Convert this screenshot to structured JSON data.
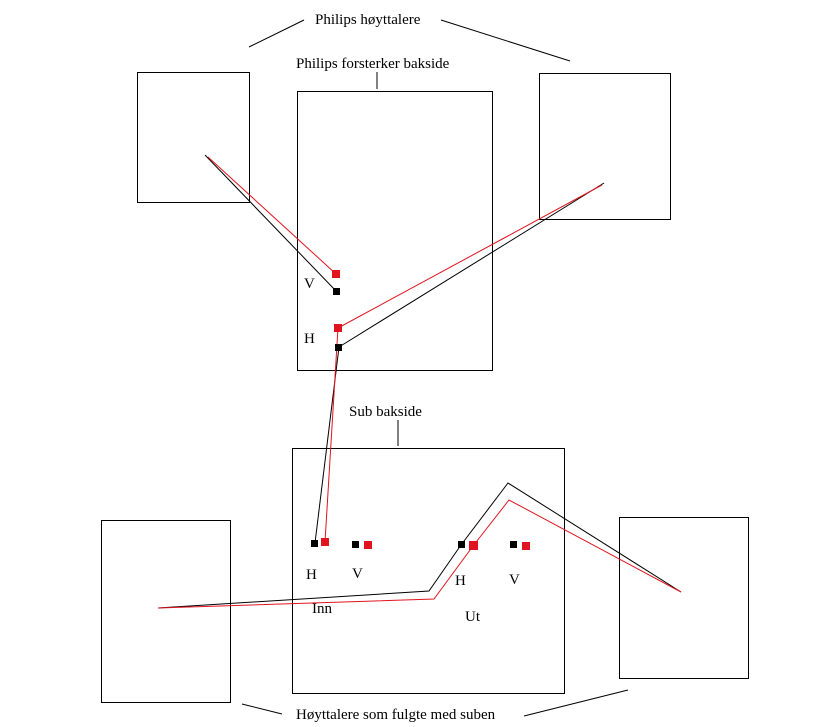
{
  "labels": {
    "philips_speakers": "Philips høyttalere",
    "philips_amp_back": "Philips forsterker bakside",
    "amp_v": "V",
    "amp_h": "H",
    "sub_back": "Sub bakside",
    "sub_in_h": "H",
    "sub_in_v": "V",
    "sub_in": "Inn",
    "sub_out_h": "H",
    "sub_out_v": "V",
    "sub_out": "Ut",
    "sub_speakers": "Høyttalere som fulgte med suben"
  },
  "colors": {
    "positive_wire": "#e0141e",
    "negative_wire": "#000000",
    "outline": "#000000",
    "background": "#ffffff"
  }
}
